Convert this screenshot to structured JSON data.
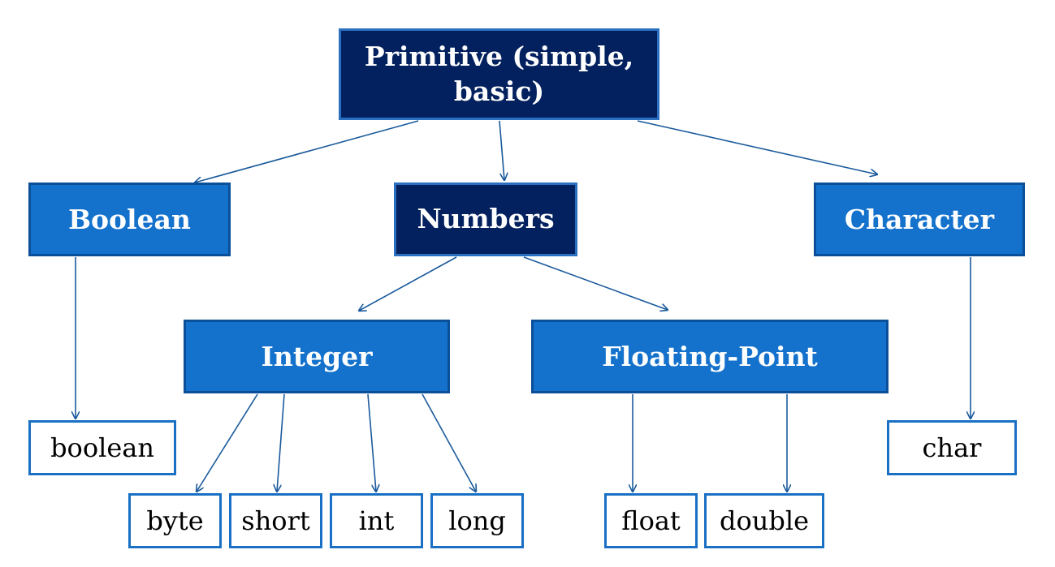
{
  "nodes": {
    "root": "Primitive (simple, basic)",
    "boolean": "Boolean",
    "numbers": "Numbers",
    "character": "Character",
    "integer": "Integer",
    "floating_point": "Floating-Point"
  },
  "leaves": {
    "boolean": "boolean",
    "char": "char",
    "byte": "byte",
    "short": "short",
    "int": "int",
    "long": "long",
    "float": "float",
    "double": "double"
  },
  "colors": {
    "dark_node_fill": "#03215e",
    "mid_node_fill": "#1472cc",
    "leaf_border": "#1a70c4",
    "connector": "#1a5a9c"
  }
}
